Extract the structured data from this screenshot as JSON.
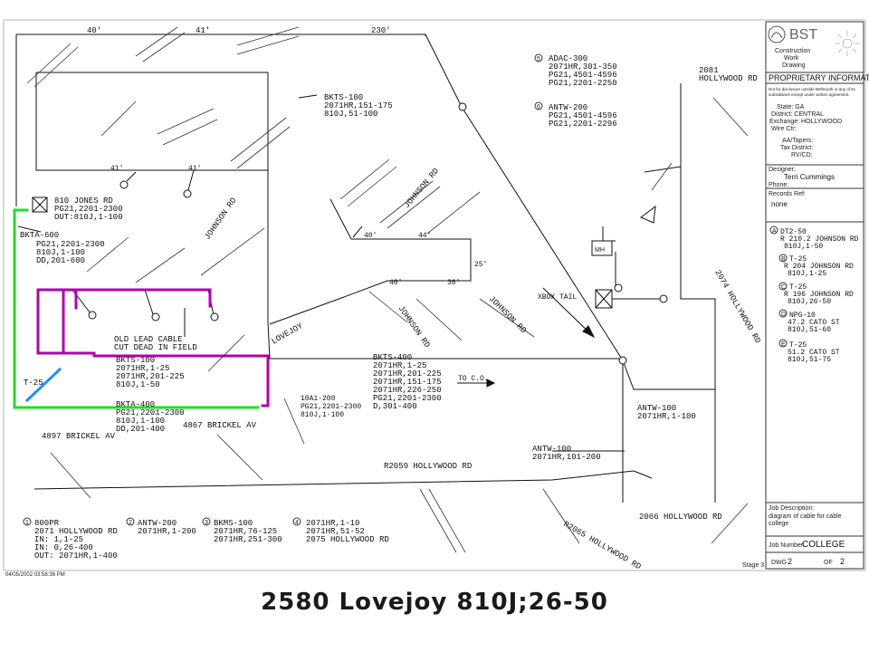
{
  "caption": "2580 Lovejoy 810J;26-50",
  "timestamp": "04/05/2002 03:58:36 PM",
  "dims": {
    "top_left": "40'",
    "top_mid": "41'",
    "top_right": "230'",
    "mid_41a": "41'",
    "mid_41b": "41'",
    "d40": "40'",
    "d44": "44'",
    "d25": "25'",
    "d40b": "40'",
    "d36": "36'"
  },
  "notes": {
    "old_cable_1": "OLD LEAD CABLE",
    "old_cable_2": "CUT DEAD IN FIELD",
    "to_co": "TO C.O.",
    "xbox_tail": "XBOX TAIL"
  },
  "streets": {
    "johnson": "JOHNSON RD",
    "lovejoy": "LOVEJOY",
    "brickel_4897": "4897 BRICKEL AV",
    "brickel_4867": "4867 BRICKEL AV",
    "hollywood_2059": "R2059 HOLLYWOOD RD",
    "hollywood_2066": "2066 HOLLYWOOD RD",
    "hollywood_2065": "R2065 HOLLYWOOD RD",
    "hollywood_2081_a": "2081",
    "hollywood_2081_b": "HOLLYWOOD RD",
    "hollywood_2074": "2074 HOLLYWOOD RD"
  },
  "cables": {
    "bkta600": [
      "BKTA-600",
      "PG21,2201-2300",
      "810J,1-100",
      "DD,201-600"
    ],
    "jones": [
      "810 JONES RD",
      "PG21,2201-2300",
      "OUT:810J,1-100"
    ],
    "bkts100_top": [
      "BKTS-100",
      "2071HR,151-175",
      "810J,51-100"
    ],
    "bkts100_mid": [
      "BKTS-100",
      "2071HR,1-25",
      "2071HR,201-225",
      "810J,1-50"
    ],
    "bkts400": [
      "BKTS-400",
      "2071HR,1-25",
      "2071HR,201-225",
      "2071HR,151-175",
      "2071HR,226-250",
      "PG21,2201-2300",
      "D,301-400"
    ],
    "bkta400": [
      "BKTA-400",
      "PG21,2201-2300",
      "810J,1-100",
      "DD,201-400"
    ],
    "a10a1200": [
      "10A1-200",
      "PG21,2201-2300",
      "810J,1-100"
    ],
    "adac300": [
      "ADAC-300",
      "2071HR,301-350",
      "PG21,4501-4596",
      "PG21,2201-2250"
    ],
    "antw200": [
      "ANTW-200",
      "PG21,4501-4596",
      "PG21,2201-2296"
    ],
    "antw100": [
      "ANTW-100",
      "2071HR,1-100"
    ],
    "antw100b": [
      "ANTW-100",
      "2071HR,101-200"
    ],
    "t25": "T-25",
    "t25_810j": "810J,26-50"
  },
  "legend_bottom": [
    {
      "num": "1",
      "lines": [
        "800PR",
        "2071 HOLLYWOOD RD",
        "IN: 1,1-25",
        "IN: 0,26-400",
        "OUT: 2071HR,1-400"
      ]
    },
    {
      "num": "2",
      "lines": [
        "ANTW-200",
        "2071HR,1-200"
      ]
    },
    {
      "num": "3",
      "lines": [
        "BKMS-100",
        "2071HR,76-125",
        "2071HR,251-300"
      ]
    },
    {
      "num": "4",
      "lines": [
        "2071HR,1-10",
        "2071HR,51-52",
        "2075 HOLLYWOOD RD"
      ]
    }
  ],
  "legend_top": [
    {
      "num": "5",
      "lines": [
        "ADAC-300",
        "2071HR,301-350",
        "PG21,4501-4596",
        "PG21,2201-2250"
      ]
    },
    {
      "num": "6",
      "lines": [
        "ANTW-200",
        "PG21,4501-4596",
        "PG21,2201-2296"
      ]
    }
  ],
  "title_block": {
    "logo": "BST",
    "logo_sub": [
      "Construction",
      "Work",
      "Drawing"
    ],
    "proprietary": "PROPRIETARY INFORMATION",
    "prop_note": [
      "Not for disclosure outside BellSouth or any of its",
      "subsidiaries except under written agreement."
    ],
    "state": "State: GA",
    "district": "District: CENTRAL",
    "exchange": "Exchange: HOLLYWOOD",
    "wire_ctr": "Wire Ctr:",
    "aa": "AA/Tapers:",
    "tax": "Tax District:",
    "rvcd": "RV/CD:",
    "designer_label": "Designer:",
    "designer": "Terri Cummings",
    "phone": "Phone:",
    "records_label": "Records Ref:",
    "records": "none",
    "job_desc_label": "Job Description:",
    "job_desc": [
      "diagram of cable for cable",
      "college"
    ],
    "job_number_label": "Job Number:",
    "job_number": "COLLEGE",
    "dwg_label": "DWG",
    "dwg": "2",
    "of_label": "OF",
    "of": "2",
    "stage": "Stage 3"
  },
  "side_legend": [
    {
      "key": "A",
      "lines": [
        "DT2-50",
        "R 210.2 JOHNSON RD",
        "810J,1-50"
      ]
    },
    {
      "key": "B",
      "lines": [
        "T-25",
        "R 204 JOHNSON RD",
        "810J,1-25"
      ]
    },
    {
      "key": "C",
      "lines": [
        "T-25",
        "R 196 JOHNSON RD",
        "810J,26-50"
      ]
    },
    {
      "key": "D",
      "lines": [
        "NPG-10",
        "47.2 CATO ST",
        "810J,51-60"
      ]
    },
    {
      "key": "E",
      "lines": [
        "T-25",
        "51.2 CATO ST",
        "810J,51-75"
      ]
    }
  ],
  "colors": {
    "purple": "#b000b0",
    "green": "#22dd22",
    "blue": "#2090ff"
  }
}
